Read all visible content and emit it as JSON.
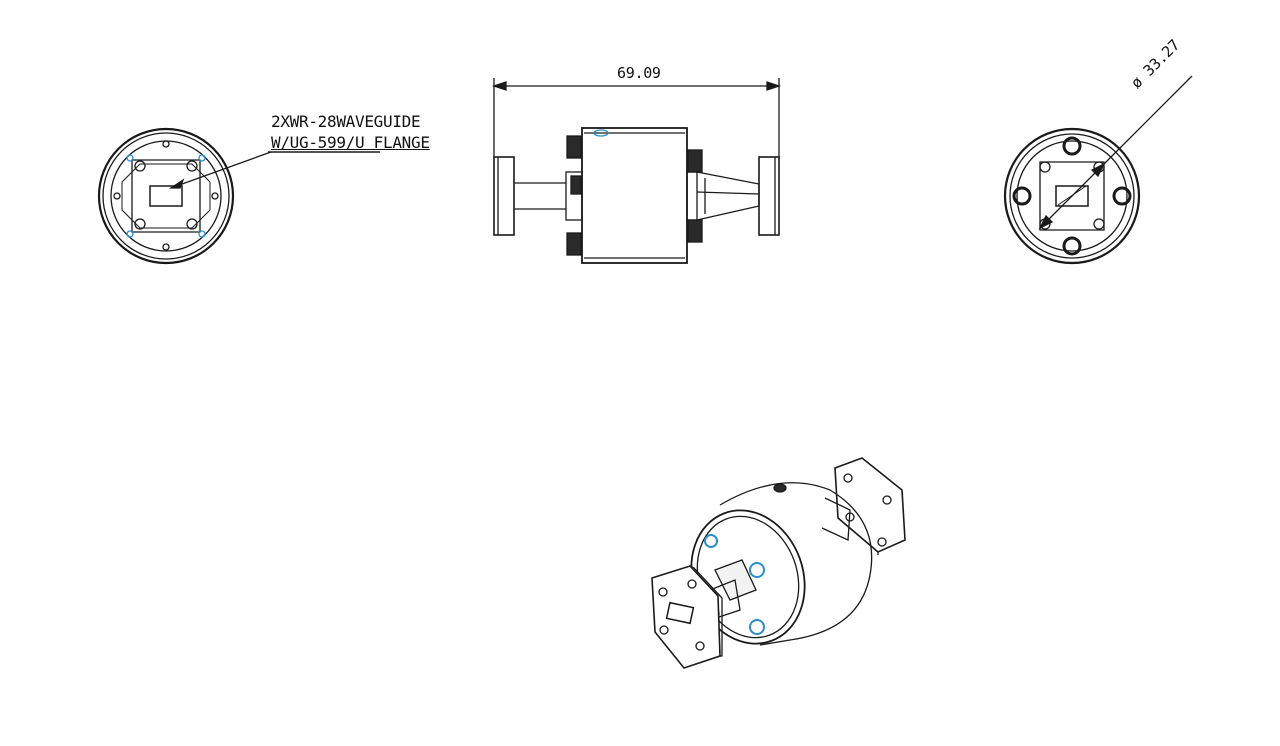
{
  "annotation": {
    "line1": "2XWR-28WAVEGUIDE",
    "line2": "W/UG-599/U FLANGE"
  },
  "dimensions": {
    "overall_length": "69.09",
    "diameter": "ø 33.27"
  },
  "colors": {
    "line": "#1a1a1a",
    "fill_gray": "#d9d9d9",
    "highlight": "#2a8fc9"
  }
}
